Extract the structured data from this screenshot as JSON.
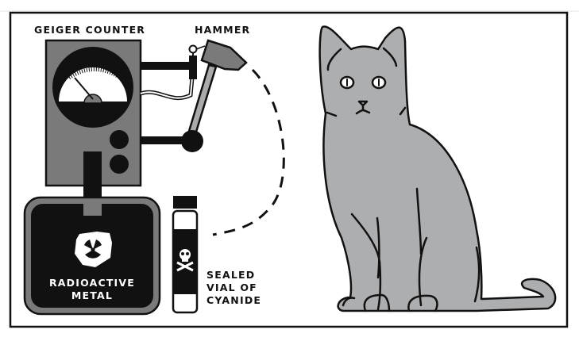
{
  "labels": {
    "geiger_counter": "GEIGER COUNTER",
    "hammer": "HAMMER",
    "radioactive_line1": "RADIOACTIVE",
    "radioactive_line2": "METAL",
    "vial_line1": "SEALED",
    "vial_line2": "VIAL OF",
    "vial_line3": "CYANIDE"
  },
  "colors": {
    "device_gray": "#7a7a7a",
    "cat_gray": "#adaeb0",
    "ink": "#111111"
  },
  "icons": [
    "radiation-icon",
    "skull-crossbones-icon"
  ]
}
